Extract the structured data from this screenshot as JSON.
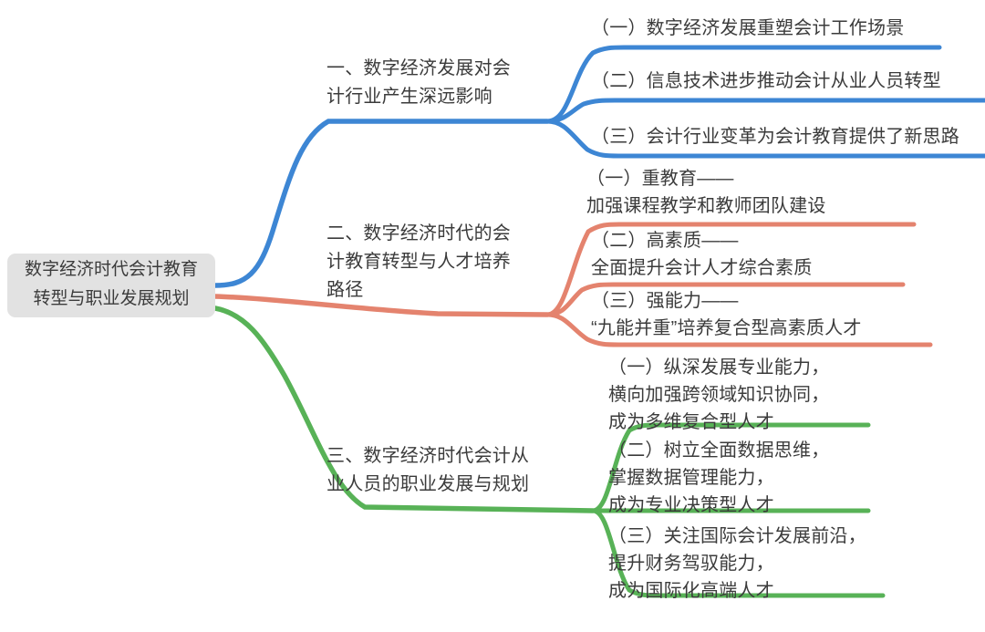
{
  "diagram": {
    "type": "mind-map",
    "title": "数字经济时代会计教育转型与职业发展规划",
    "background_color": "#ffffff",
    "root": {
      "label": "数字经济时代会计教育\n转型与职业发展规划",
      "box_fill": "#e2e2e2",
      "text_color": "#3b3b3b"
    },
    "branches": [
      {
        "id": "branch-1",
        "color": "#3d86d4",
        "label": "一、数字经济发展对会\n计行业产生深远影响",
        "children": [
          {
            "id": "b1-c1",
            "label": "（一）数字经济发展重塑会计工作场景"
          },
          {
            "id": "b1-c2",
            "label": "（二）信息技术进步推动会计从业人员转型"
          },
          {
            "id": "b1-c3",
            "label": "（三）会计行业变革为会计教育提供了新思路"
          }
        ]
      },
      {
        "id": "branch-2",
        "color": "#e4836e",
        "label": "二、数字经济时代的会\n计教育转型与人才培养\n路径",
        "children": [
          {
            "id": "b2-c1",
            "label": "（一）重教育——\n加强课程教学和教师团队建设"
          },
          {
            "id": "b2-c2",
            "label": "（二）高素质——\n全面提升会计人才综合素质"
          },
          {
            "id": "b2-c3",
            "label": "（三）强能力——\n“九能并重”培养复合型高素质人才"
          }
        ]
      },
      {
        "id": "branch-3",
        "color": "#58b257",
        "label": "三、数字经济时代会计从\n业人员的职业发展与规划",
        "children": [
          {
            "id": "b3-c1",
            "label": "（一）纵深发展专业能力，\n横向加强跨领域知识协同，\n成为多维复合型人才"
          },
          {
            "id": "b3-c2",
            "label": "（二）树立全面数据思维，\n掌握数据管理能力，\n成为专业决策型人才"
          },
          {
            "id": "b3-c3",
            "label": "（三）关注国际会计发展前沿，\n提升财务驾驭能力，\n成为国际化高端人才"
          }
        ]
      }
    ]
  }
}
